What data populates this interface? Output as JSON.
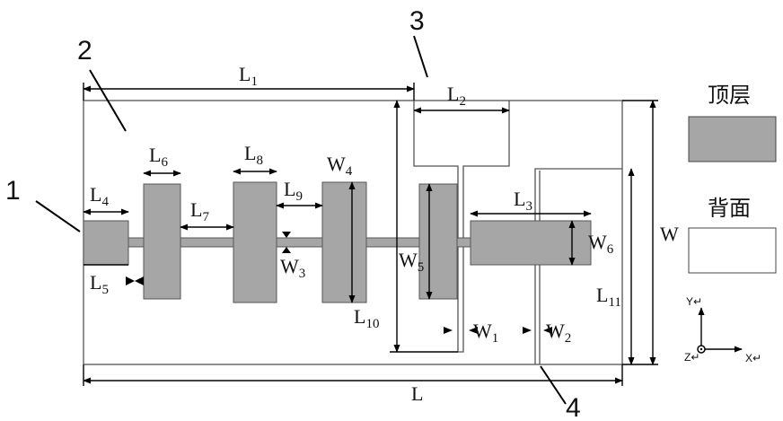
{
  "colors": {
    "top_layer": "#a6a6a6",
    "back_layer": "#ffffff",
    "stroke": "#555555"
  },
  "legend": {
    "top": "顶层",
    "back": "背面"
  },
  "markers": {
    "m1": "1",
    "m2": "2",
    "m3": "3",
    "m4": "4"
  },
  "dimensions": {
    "L": {
      "base": "L",
      "sub": ""
    },
    "L1": {
      "base": "L",
      "sub": "1"
    },
    "L2": {
      "base": "L",
      "sub": "2"
    },
    "L3": {
      "base": "L",
      "sub": "3"
    },
    "L4": {
      "base": "L",
      "sub": "4"
    },
    "L5": {
      "base": "L",
      "sub": "5"
    },
    "L6": {
      "base": "L",
      "sub": "6"
    },
    "L7": {
      "base": "L",
      "sub": "7"
    },
    "L8": {
      "base": "L",
      "sub": "8"
    },
    "L9": {
      "base": "L",
      "sub": "9"
    },
    "L10": {
      "base": "L",
      "sub": "10"
    },
    "L11": {
      "base": "L",
      "sub": "11"
    },
    "W": {
      "base": "W",
      "sub": ""
    },
    "W1": {
      "base": "W",
      "sub": "1"
    },
    "W2": {
      "base": "W",
      "sub": "2"
    },
    "W3": {
      "base": "W",
      "sub": "3"
    },
    "W4": {
      "base": "W",
      "sub": "4"
    },
    "W5": {
      "base": "W",
      "sub": "5"
    },
    "W6": {
      "base": "W",
      "sub": "6"
    }
  },
  "axes": {
    "y": "Y",
    "x": "X",
    "z": "Z",
    "mark": "↵"
  }
}
